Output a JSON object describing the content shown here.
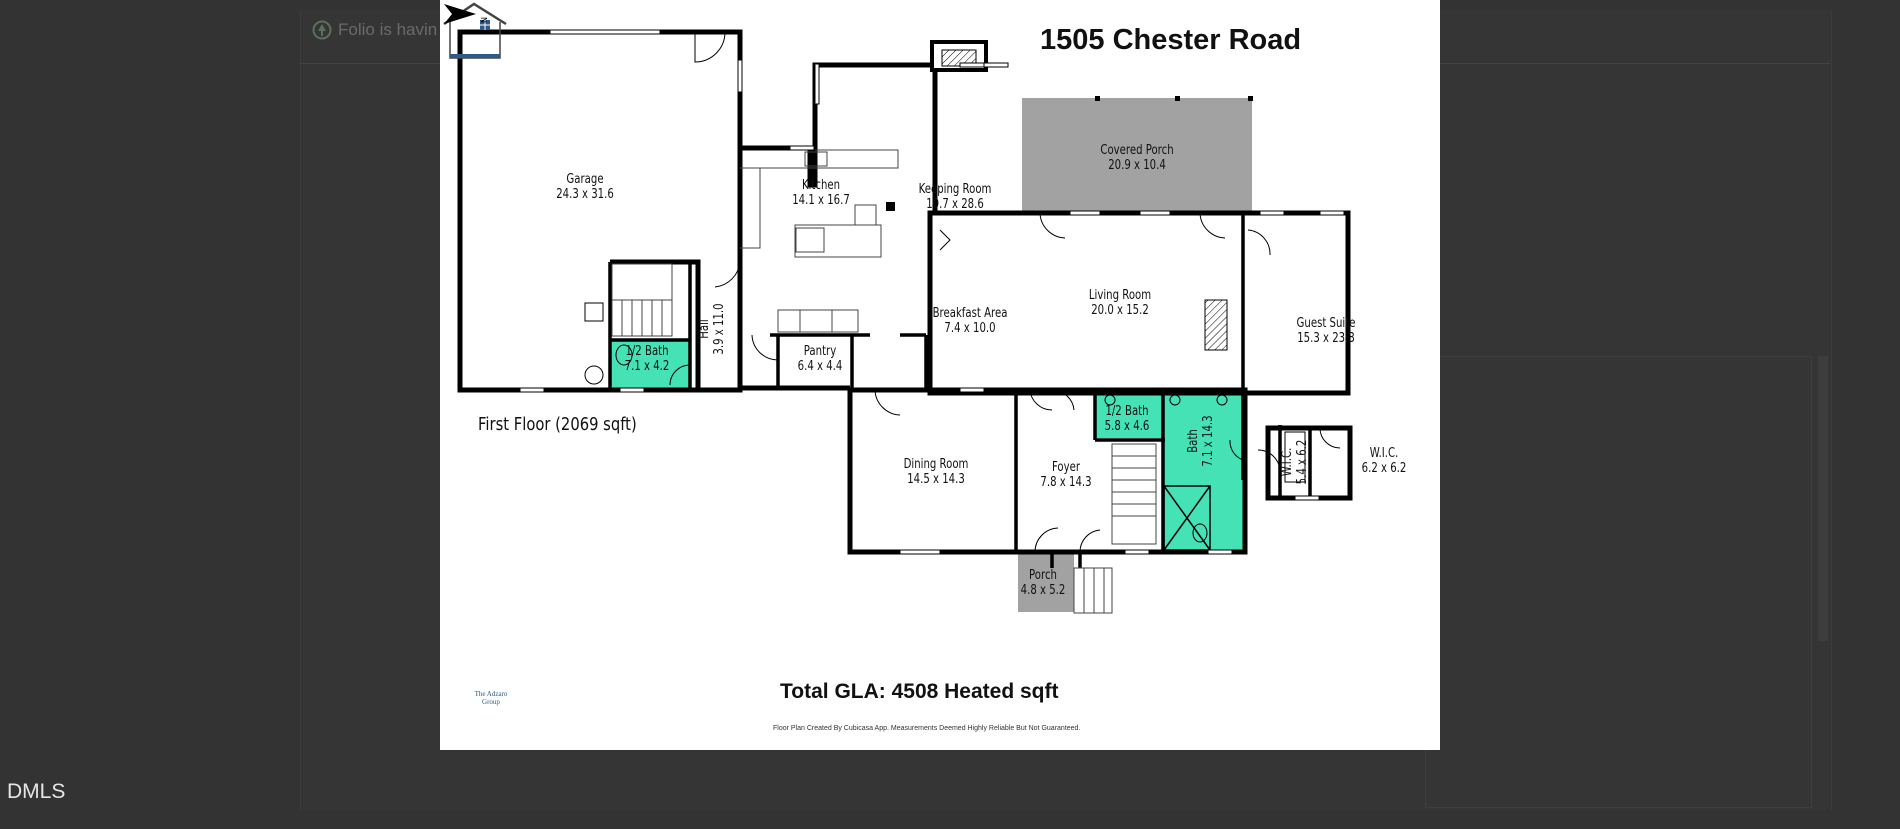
{
  "background": {
    "notice_text": "Folio is havin",
    "footer_label": "DMLS"
  },
  "floorplan": {
    "title": "1505 Chester Road",
    "floor_caption": "First Floor (2069 sqft)",
    "total_gla": "Total GLA: 4508 Heated sqft",
    "disclaimer": "Floor Plan Created By Cubicasa App. Measurements Deemed Highly Reliable But Not Guaranteed.",
    "logo_text": "The Adzaro Group",
    "north_label": "N",
    "colors": {
      "porch": "#a2a2a2",
      "bath": "#44e2b4",
      "wall": "#000000"
    },
    "rooms": [
      {
        "name": "Garage",
        "dims": "24.3 x 31.6"
      },
      {
        "name": "Kitchen",
        "dims": "14.1 x 16.7"
      },
      {
        "name": "Keeping Room",
        "dims": "10.7 x 28.6"
      },
      {
        "name": "Covered Porch",
        "dims": "20.9 x 10.4"
      },
      {
        "name": "Living Room",
        "dims": "20.0 x 15.2"
      },
      {
        "name": "Guest Suite",
        "dims": "15.3 x 23.3"
      },
      {
        "name": "Breakfast Area",
        "dims": "7.4 x 10.0"
      },
      {
        "name": "Hall",
        "dims": "3.9 x 11.0"
      },
      {
        "name": "1/2 Bath",
        "dims": "7.1 x 4.2"
      },
      {
        "name": "Pantry",
        "dims": "6.4 x 4.4"
      },
      {
        "name": "1/2 Bath",
        "dims": "5.8 x 4.6"
      },
      {
        "name": "Bath",
        "dims": "7.1 x 14.3"
      },
      {
        "name": "W.I.C.",
        "dims": "5.4 x 6.2"
      },
      {
        "name": "W.I.C.",
        "dims": "6.2 x 6.2"
      },
      {
        "name": "Dining Room",
        "dims": "14.5 x 14.3"
      },
      {
        "name": "Foyer",
        "dims": "7.8 x 14.3"
      },
      {
        "name": "Porch",
        "dims": "4.8 x 5.2"
      }
    ]
  }
}
